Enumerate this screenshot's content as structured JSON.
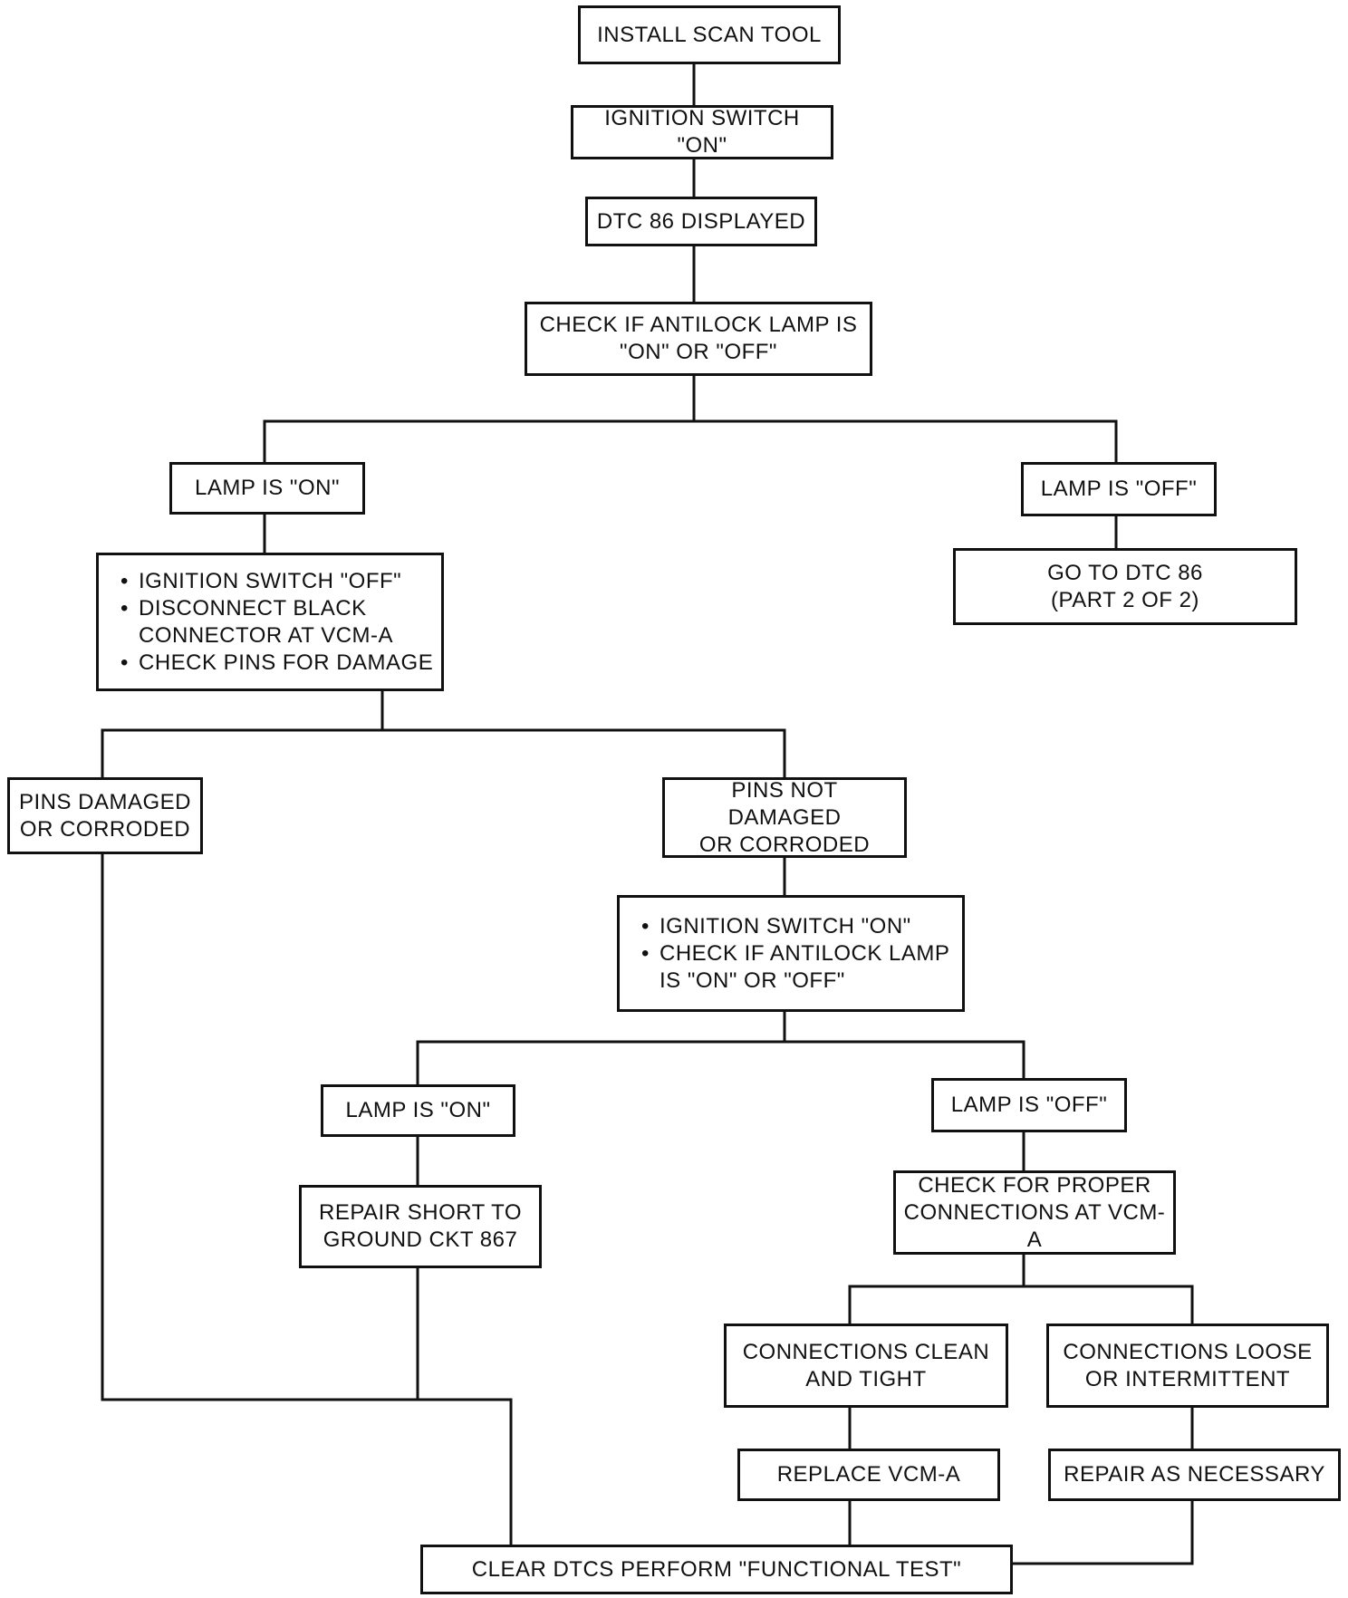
{
  "flowchart": {
    "install_scan_tool": [
      "INSTALL SCAN TOOL"
    ],
    "ignition_on": [
      "IGNITION SWITCH \"ON\""
    ],
    "dtc_86_displayed": [
      "DTC 86 DISPLAYED"
    ],
    "check_lamp": [
      "CHECK IF ANTILOCK LAMP IS",
      "\"ON\" OR \"OFF\""
    ],
    "lamp_on_1": [
      "LAMP IS \"ON\""
    ],
    "lamp_off_1": [
      "LAMP IS \"OFF\""
    ],
    "goto_dtc86": [
      "GO TO DTC 86",
      "(PART 2 OF 2)"
    ],
    "steps_1": [
      "IGNITION SWITCH \"OFF\"",
      "DISCONNECT BLACK CONNECTOR AT VCM-A",
      "CHECK PINS FOR DAMAGE"
    ],
    "pins_damaged": [
      "PINS DAMAGED",
      "OR CORRODED"
    ],
    "pins_not_damaged": [
      "PINS NOT DAMAGED",
      "OR CORRODED"
    ],
    "steps_2": [
      "IGNITION SWITCH \"ON\"",
      "CHECK IF ANTILOCK LAMP IS \"ON\" OR \"OFF\""
    ],
    "lamp_on_2": [
      "LAMP IS \"ON\""
    ],
    "lamp_off_2": [
      "LAMP IS \"OFF\""
    ],
    "repair_short": [
      "REPAIR SHORT TO",
      "GROUND CKT 867"
    ],
    "check_connections": [
      "CHECK FOR PROPER",
      "CONNECTIONS AT VCM-A"
    ],
    "connections_clean": [
      "CONNECTIONS CLEAN",
      "AND TIGHT"
    ],
    "connections_loose": [
      "CONNECTIONS LOOSE",
      "OR INTERMITTENT"
    ],
    "replace_vcm": [
      "REPLACE VCM-A"
    ],
    "repair_as_necessary": [
      "REPAIR AS NECESSARY"
    ],
    "clear_dtcs": [
      "CLEAR DTCS PERFORM \"FUNCTIONAL TEST\""
    ]
  }
}
